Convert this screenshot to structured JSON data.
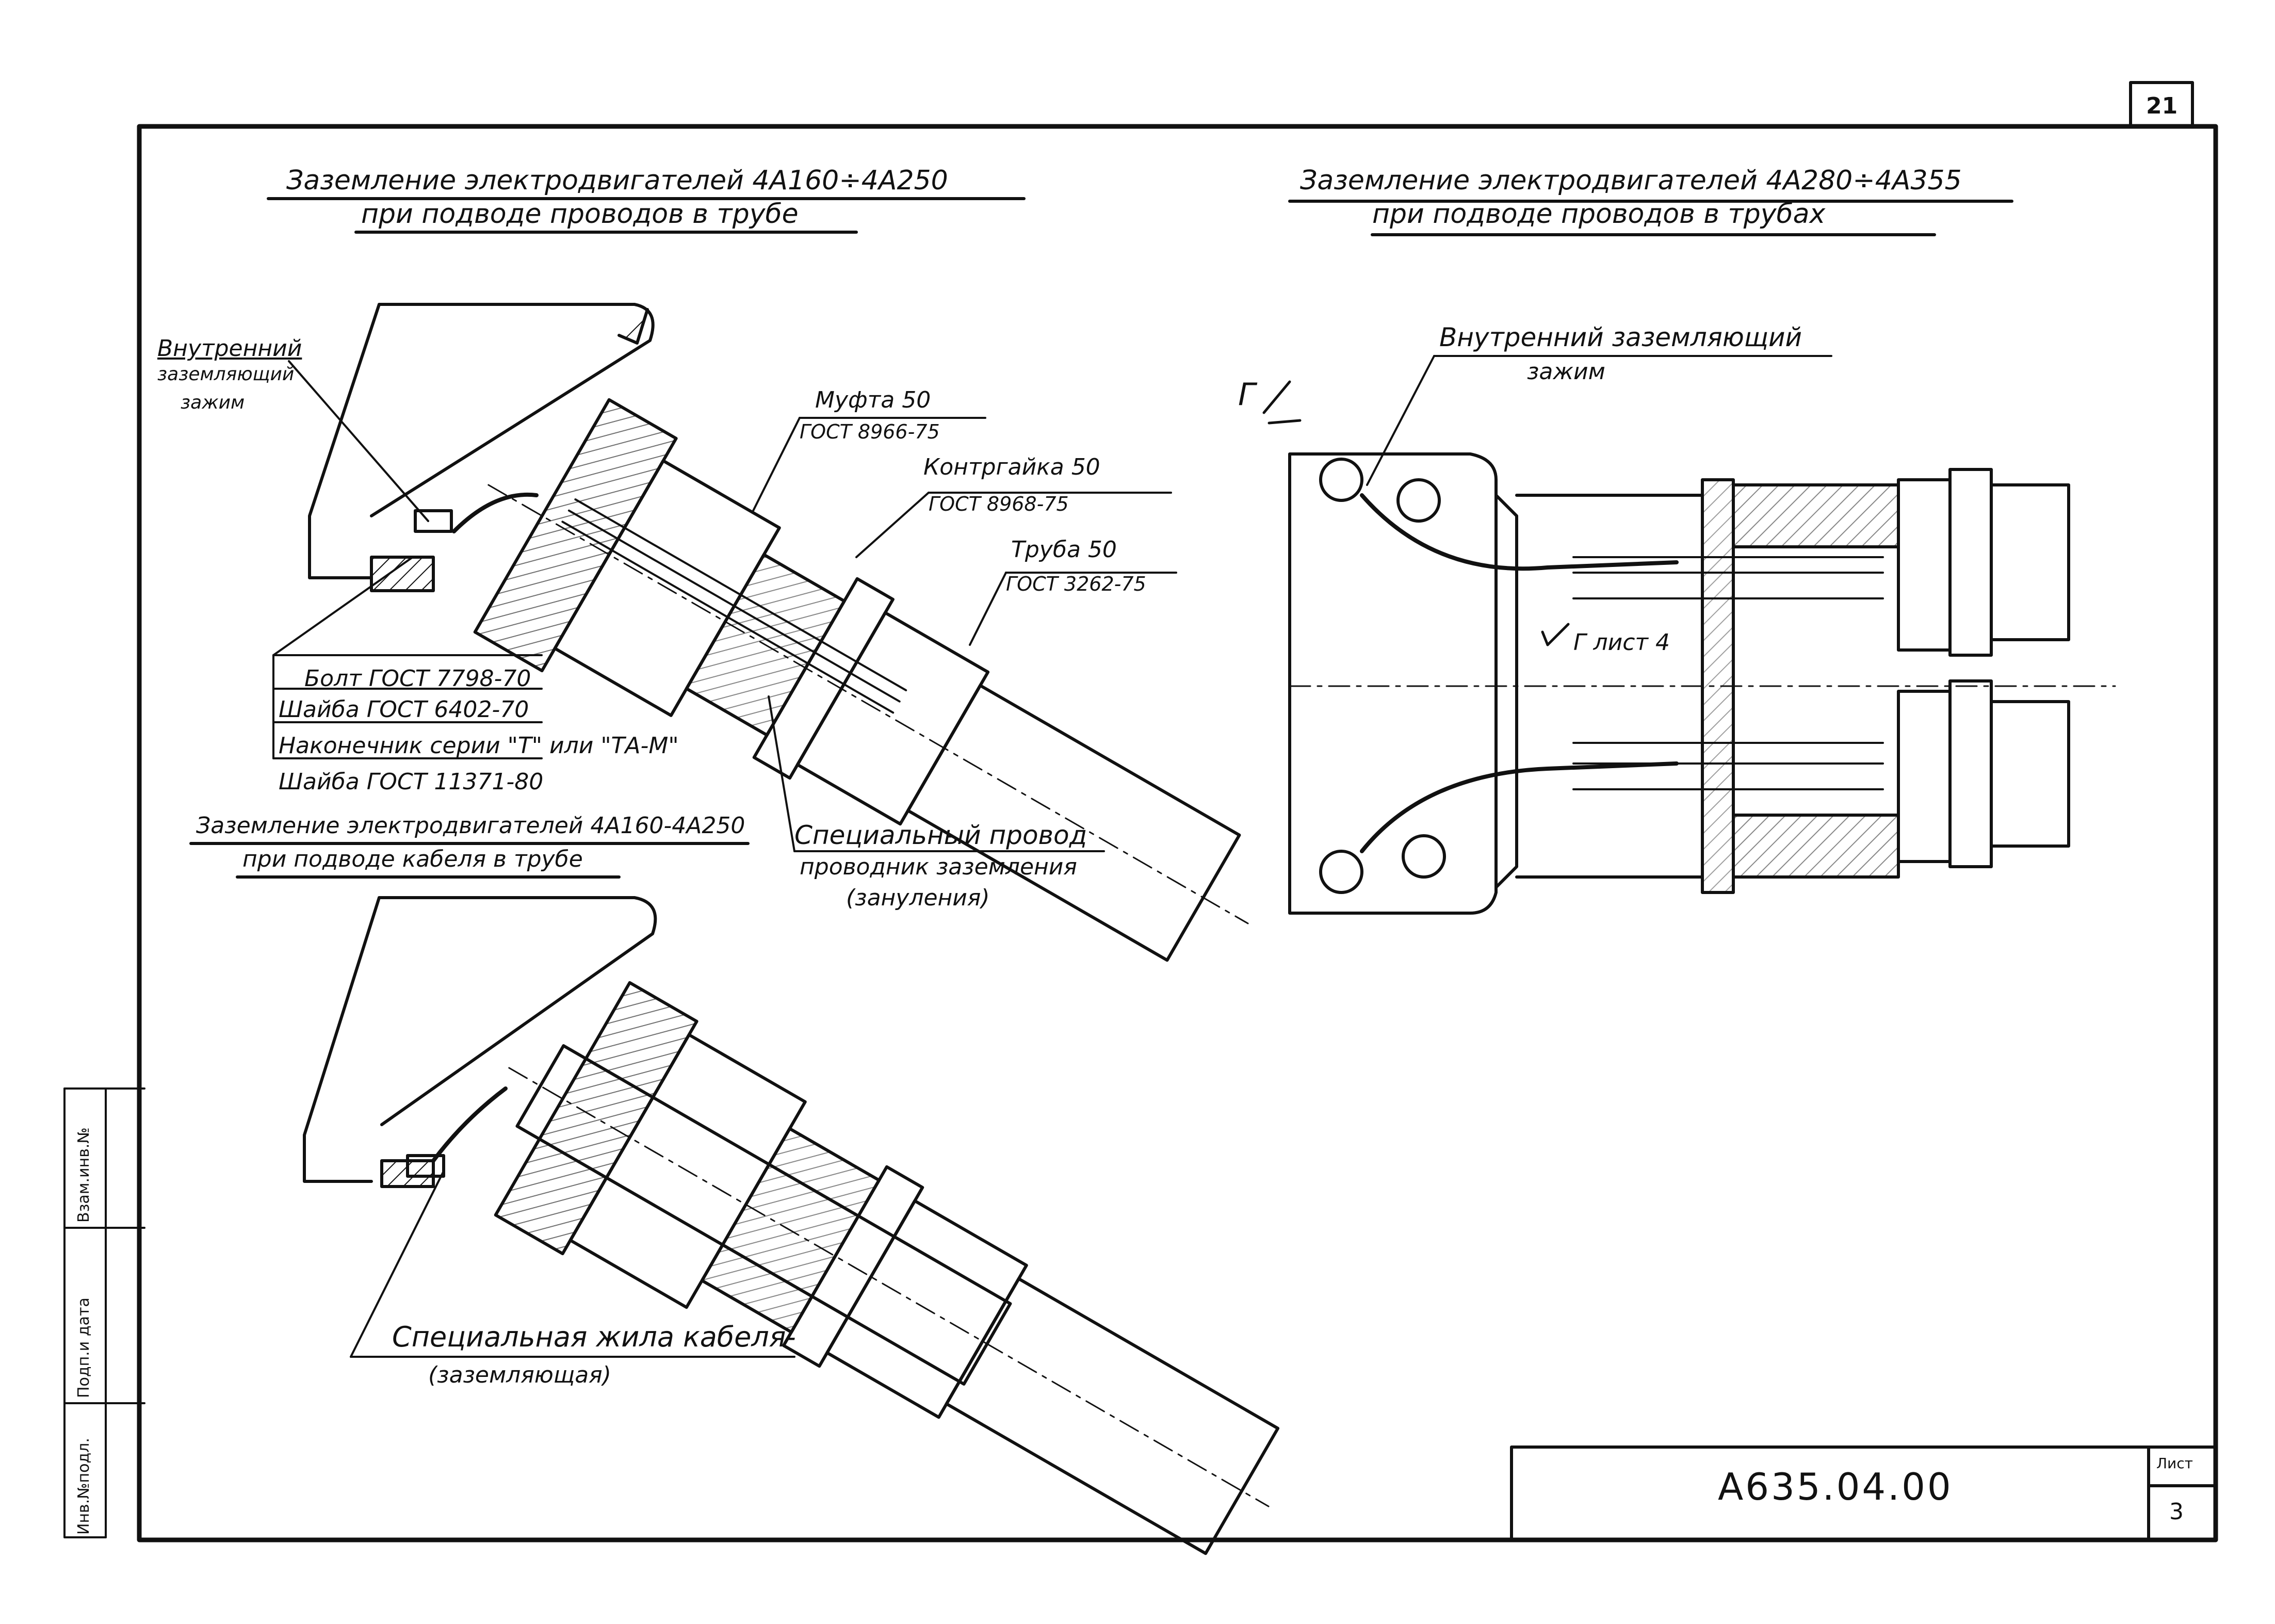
{
  "sheet": {
    "page_number": "21",
    "drawing_code": "А635.04.00",
    "sheet_label": "Лист",
    "sheet_number": "3"
  },
  "side_stamp": {
    "inventory": "Инв.№подл.",
    "signature_date": "Подп.и дата",
    "replaces": "Взам.инв.№"
  },
  "left_top": {
    "title_line1": "Заземление  электродвигателей  4А160÷4А250",
    "title_line2": "при подводе  проводов в трубе",
    "inner_clamp_1": "Внутренний",
    "inner_clamp_2": "заземляющий",
    "inner_clamp_3": "зажим",
    "coupling_1": "Муфта 50",
    "coupling_2": "ГОСТ 8966-75",
    "locknut_1": "Контргайка 50",
    "locknut_2": "ГОСТ 8968-75",
    "pipe_1": "Труба 50",
    "pipe_2": "ГОСТ 3262-75",
    "bolt": "Болт ГОСТ 7798-70",
    "washer1": "Шайба ГОСТ 6402-70",
    "lug": "Наконечник серии \"Т\" или \"ТА-М\"",
    "washer2": "Шайба ГОСТ 11371-80",
    "special_wire_1": "Специальный провод",
    "special_wire_2": "проводник заземления",
    "special_wire_3": "(зануления)"
  },
  "left_bottom": {
    "title_line1": "Заземление электродвигателей 4А160-4А250",
    "title_line2": "при подводе кабеля в трубе",
    "cable_core_1": "Специальная жила кабеля-",
    "cable_core_2": "(заземляющая)"
  },
  "right": {
    "title_line1": "Заземление  электродвигателей  4А280÷4А355",
    "title_line2": "при  подводе  проводов  в трубах",
    "inner_clamp_1": "Внутренний заземляющий",
    "inner_clamp_2": "зажим",
    "view_mark": "Г",
    "view_ref": "Г лист 4"
  }
}
